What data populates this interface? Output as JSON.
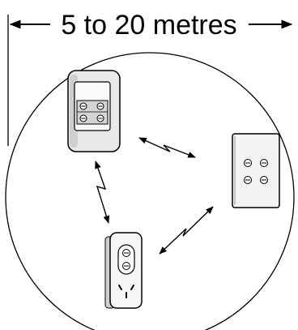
{
  "range_label": "5 to 20 metres",
  "devices": [
    {
      "name": "wall-switch",
      "buttons": 4
    },
    {
      "name": "wall-plate",
      "buttons": 4
    },
    {
      "name": "plug-in-adapter",
      "buttons": 2
    }
  ],
  "links": [
    {
      "from": "wall-switch",
      "to": "wall-plate",
      "type": "wireless-bidirectional"
    },
    {
      "from": "wall-switch",
      "to": "plug-in-adapter",
      "type": "wireless-bidirectional"
    },
    {
      "from": "plug-in-adapter",
      "to": "wall-plate",
      "type": "wireless-bidirectional"
    }
  ]
}
